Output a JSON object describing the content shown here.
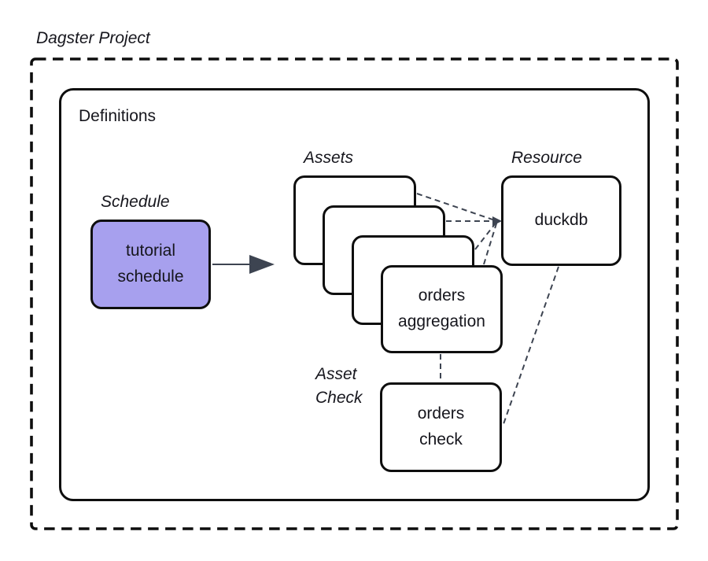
{
  "colors": {
    "accent": "#a7a0ee",
    "ink": "#0e0e0e",
    "text": "#16161d",
    "connector": "#3d4451"
  },
  "project": {
    "label": "Dagster Project"
  },
  "definitions": {
    "label": "Definitions"
  },
  "schedule": {
    "section_label": "Schedule",
    "node_line1": "tutorial",
    "node_line2": "schedule"
  },
  "assets": {
    "section_label": "Assets",
    "front_node_line1": "orders",
    "front_node_line2": "aggregation"
  },
  "resource": {
    "section_label": "Resource",
    "node_label": "duckdb"
  },
  "asset_check": {
    "section_label_line1": "Asset",
    "section_label_line2": "Check",
    "node_line1": "orders",
    "node_line2": "check"
  },
  "edges": [
    {
      "from": "tutorial-schedule",
      "to": "assets-stack",
      "style": "solid-arrow"
    },
    {
      "from": "asset-card-1",
      "to": "duckdb",
      "style": "dashed"
    },
    {
      "from": "asset-card-2",
      "to": "duckdb",
      "style": "dashed"
    },
    {
      "from": "asset-card-3",
      "to": "duckdb",
      "style": "dashed"
    },
    {
      "from": "orders-aggregation",
      "to": "duckdb",
      "style": "dashed"
    },
    {
      "from": "orders-aggregation",
      "to": "orders-check",
      "style": "dashed"
    },
    {
      "from": "duckdb",
      "to": "orders-check",
      "style": "dashed"
    }
  ]
}
